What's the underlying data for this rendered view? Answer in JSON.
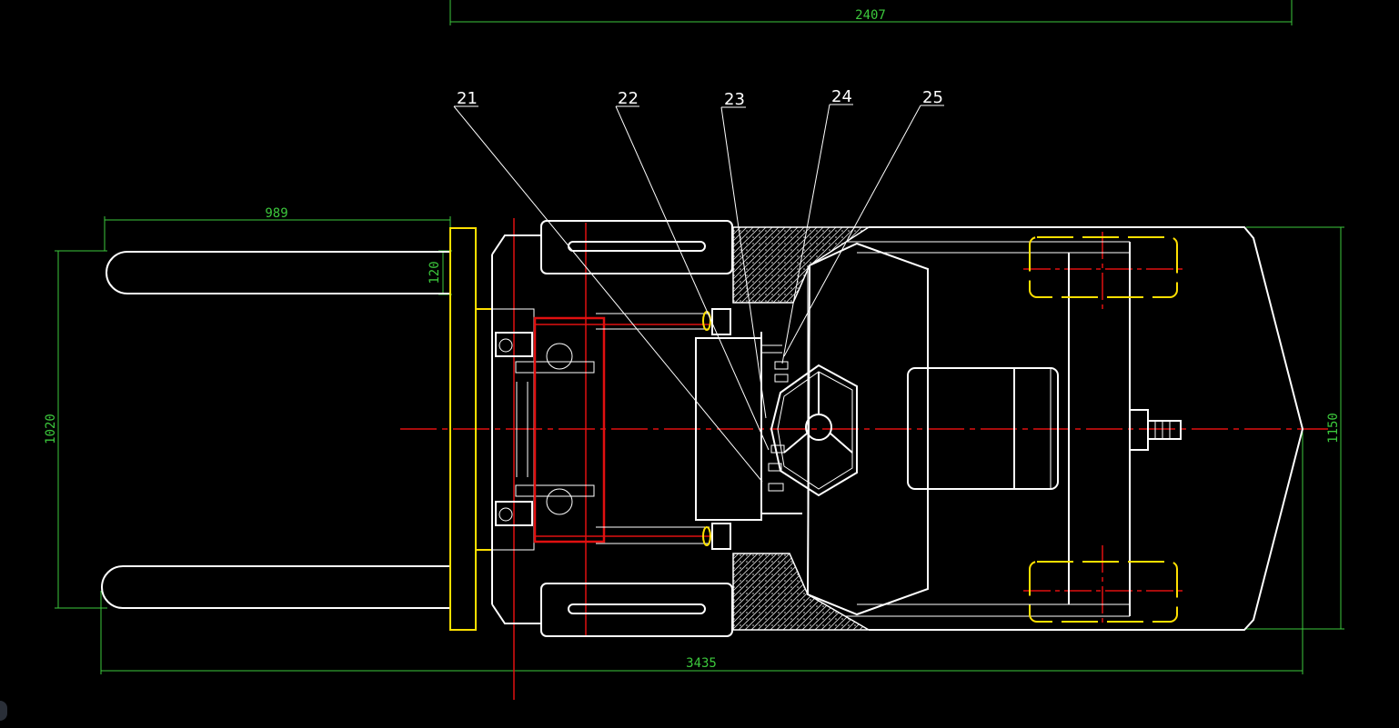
{
  "dimensions": {
    "overall_length": "3435",
    "top_length": "2407",
    "fork_length": "989",
    "fork_width": "1020",
    "fork_thickness": "120",
    "body_width": "1150"
  },
  "callouts": [
    "21",
    "22",
    "23",
    "24",
    "25"
  ],
  "colors": {
    "background": "#000000",
    "outline": "#ffffff",
    "dimension": "#3cc83c",
    "carriage": "#ffe000",
    "centerline": "#e01010"
  }
}
